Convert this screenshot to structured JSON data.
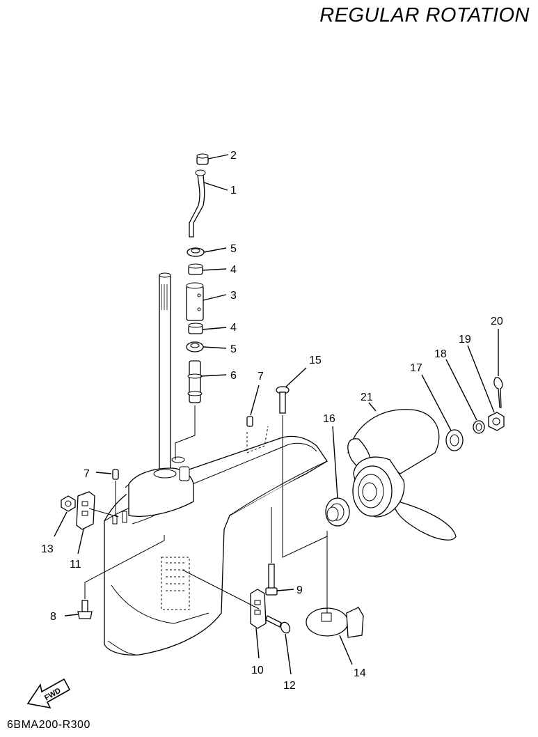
{
  "header": {
    "title": "REGULAR ROTATION"
  },
  "footer": {
    "diagram_code": "6BMA200-R300"
  },
  "fwd_label": "FWD",
  "callouts": [
    "1",
    "2",
    "3",
    "4",
    "4",
    "5",
    "5",
    "6",
    "7",
    "7",
    "8",
    "9",
    "10",
    "11",
    "12",
    "13",
    "14",
    "15",
    "16",
    "17",
    "18",
    "19",
    "20",
    "21"
  ]
}
